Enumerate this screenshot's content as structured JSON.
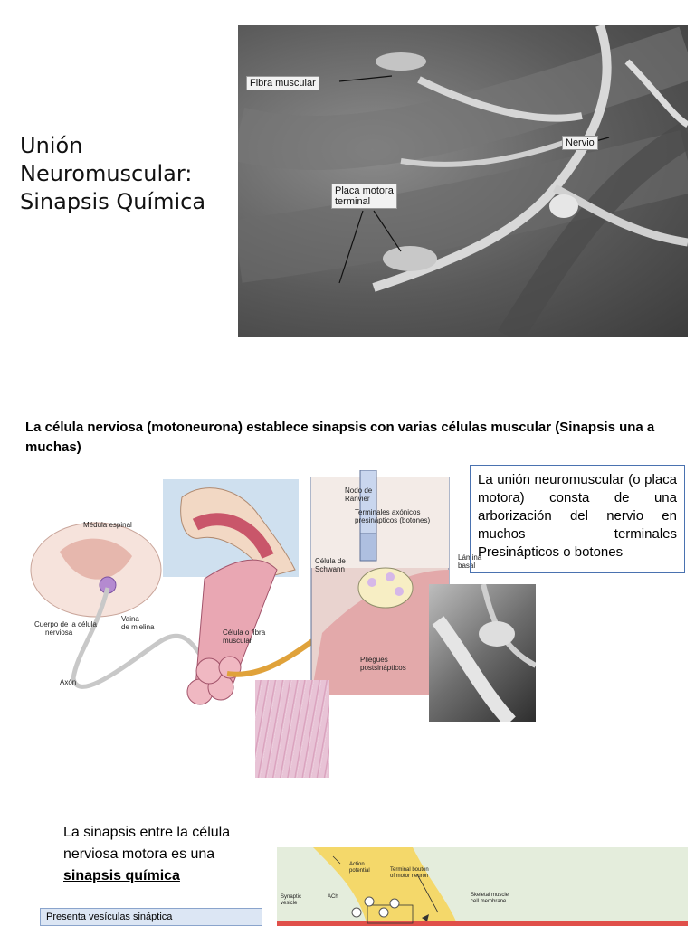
{
  "title": {
    "line1": "Unión",
    "line2": "Neuromuscular:",
    "line3": "Sinapsis Química"
  },
  "sem_top": {
    "label_fibra": "Fibra muscular",
    "label_nervio": "Nervio",
    "label_placa_1": "Placa motora",
    "label_placa_2": "terminal"
  },
  "heading2": "La célula nerviosa (motoneurona) establece sinapsis con varias células muscular (Sinapsis una a muchas)",
  "figure": {
    "medula": "Médula espinal",
    "cuerpo_1": "Cuerpo de la célula",
    "cuerpo_2": "nerviosa",
    "vaina_1": "Vaina",
    "vaina_2": "de mielina",
    "axon": "Axón",
    "celula_fibra_1": "Célula o fibra",
    "celula_fibra_2": "muscular",
    "nodo_1": "Nodo de",
    "nodo_2": "Ranvier",
    "terminales_1": "Terminales axónicos",
    "terminales_2": "presinápticos (botones)",
    "schwann_1": "Célula de",
    "schwann_2": "Schwann",
    "lamina_1": "Lámina",
    "lamina_2": "basal",
    "pliegues_1": "Pliegues",
    "pliegues_2": "postsinápticos"
  },
  "textbox": "La unión neuromuscular (o placa motora) consta de una arborización del nervio en muchos terminales Presinápticos o botones",
  "para3": {
    "text": "La sinapsis entre la célula nerviosa motora es una",
    "bold": "sinapsis química"
  },
  "box_bottom": "Presenta vesículas sináptica",
  "synapse_fig": {
    "action_1": "Action",
    "action_2": "potential",
    "bouton_1": "Terminal bouton",
    "bouton_2": "of motor neuron",
    "synaptic_1": "Synaptic",
    "synaptic_2": "vesicle",
    "ach": "ACh",
    "skeletal_1": "Skeletal muscle",
    "skeletal_2": "cell membrane"
  }
}
